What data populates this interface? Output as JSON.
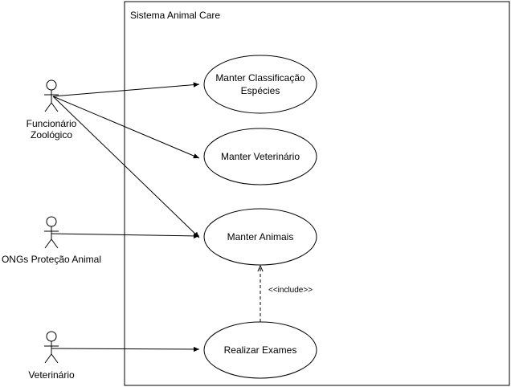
{
  "system": {
    "title": "Sistema Animal Care"
  },
  "actors": [
    {
      "id": "funcionario",
      "label_lines": [
        "Funcionário",
        "Zoológico"
      ]
    },
    {
      "id": "ongs",
      "label_lines": [
        "ONGs Proteção Animal"
      ]
    },
    {
      "id": "veterinario",
      "label_lines": [
        "Veterinário"
      ]
    }
  ],
  "use_cases": [
    {
      "id": "uc1",
      "label_lines": [
        "Manter Classificação",
        "Espécies"
      ]
    },
    {
      "id": "uc2",
      "label_lines": [
        "Manter Veterinário"
      ]
    },
    {
      "id": "uc3",
      "label_lines": [
        "Manter Animais"
      ]
    },
    {
      "id": "uc4",
      "label_lines": [
        "Realizar Exames"
      ]
    }
  ],
  "relations": [
    {
      "from": "funcionario",
      "to": "uc1",
      "type": "association"
    },
    {
      "from": "funcionario",
      "to": "uc2",
      "type": "association"
    },
    {
      "from": "funcionario",
      "to": "uc3",
      "type": "association"
    },
    {
      "from": "ongs",
      "to": "uc3",
      "type": "association"
    },
    {
      "from": "veterinario",
      "to": "uc4",
      "type": "association"
    },
    {
      "from": "uc4",
      "to": "uc3",
      "type": "include",
      "label": "<<include>>"
    }
  ]
}
